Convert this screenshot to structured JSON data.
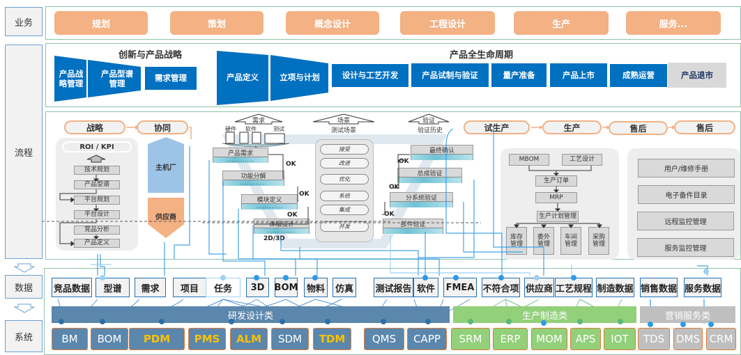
{
  "rows": {
    "business": "业务",
    "process": "流程",
    "data": "数据",
    "system": "系统"
  },
  "business_stages": [
    "规划",
    "策划",
    "概念设计",
    "工程设计",
    "生产",
    "服务..."
  ],
  "strategy": {
    "title": "创新与产品战略",
    "items": [
      "产品战\n略管理",
      "产品型谱\n管理",
      "需求管理"
    ]
  },
  "lifecycle": {
    "title": "产品全生命周期",
    "items": [
      "产品定义",
      "立项与计划",
      "设计与工艺开发",
      "产品试制与验证",
      "量产准备",
      "产品上市",
      "成熟运营",
      "产品退市"
    ]
  },
  "flow_pills": [
    "战略",
    "协同",
    "试生产",
    "生产",
    "售后",
    "售后"
  ],
  "roi": {
    "header": "ROI / KPI",
    "steps": [
      "技术规划",
      "产品型谱",
      "平台规划",
      "平台设计",
      "竞品分析",
      "产品定义"
    ]
  },
  "collab": {
    "oem": "主机厂",
    "supplier": "供应商"
  },
  "design_v": {
    "demand_arrow": "需求",
    "demand_items": [
      "硬件",
      "软件",
      "测试"
    ],
    "scene_arrow": "场景",
    "scene_label": "测试场景",
    "verify_arrow": "验证",
    "verify_label": "验证历史",
    "left_steps": [
      "产品需求",
      "功能分解",
      "模块定义",
      "详细设计"
    ],
    "right_steps": [
      "最终确认",
      "总成验证",
      "分系统验证",
      "部件验证"
    ],
    "scene_pills": [
      "接受",
      "改进",
      "优化",
      "系统",
      "集成",
      "开发"
    ],
    "ok": "OK",
    "dim_label": "2D/3D",
    "dots": "............"
  },
  "production": {
    "top": [
      "MBOM",
      "工艺设计"
    ],
    "order": "生产订单",
    "mrp": "MRP",
    "plan": "生产计划管理",
    "bottom": [
      "库存\n管理",
      "委外\n管理",
      "车间\n管理",
      "采购\n管理"
    ]
  },
  "service": [
    "用户/维修手册",
    "电子备件目录",
    "远程监控管理",
    "服务监控管理"
  ],
  "data_objects": [
    "竞品数据",
    "型谱",
    "需求",
    "项目",
    "任务",
    "3D",
    "BOM",
    "物料",
    "仿真",
    "测试报告",
    "软件",
    "FMEA",
    "不符合项",
    "供应商",
    "工艺规程",
    "制造数据",
    "销售数据",
    "服务数据"
  ],
  "categories": [
    "研发设计类",
    "生产制造类",
    "营销服务类"
  ],
  "systems": [
    {
      "name": "BM",
      "group": "rd",
      "highlight": false
    },
    {
      "name": "BOM",
      "group": "rd",
      "highlight": false
    },
    {
      "name": "PDM",
      "group": "rd",
      "highlight": true
    },
    {
      "name": "PMS",
      "group": "rd",
      "highlight": true
    },
    {
      "name": "ALM",
      "group": "rd",
      "highlight": true
    },
    {
      "name": "SDM",
      "group": "rd",
      "highlight": false
    },
    {
      "name": "TDM",
      "group": "rd",
      "highlight": true
    },
    {
      "name": "QMS",
      "group": "rd",
      "highlight": false
    },
    {
      "name": "CAPP",
      "group": "rd",
      "highlight": false
    },
    {
      "name": "SRM",
      "group": "mfg",
      "highlight": false
    },
    {
      "name": "ERP",
      "group": "mfg",
      "highlight": false
    },
    {
      "name": "MOM",
      "group": "mfg",
      "highlight": false
    },
    {
      "name": "APS",
      "group": "mfg",
      "highlight": false
    },
    {
      "name": "IOT",
      "group": "mfg",
      "highlight": false
    },
    {
      "name": "TDS",
      "group": "svc",
      "highlight": false
    },
    {
      "name": "DMS",
      "group": "svc",
      "highlight": false
    },
    {
      "name": "CRM",
      "group": "svc",
      "highlight": false
    }
  ],
  "colors": {
    "business_orange": "#f3b184",
    "process_blue": "#0070c0",
    "rd_blue": "#5b87ac",
    "mfg_green": "#92d07a",
    "svc_grey": "#bfbfbf",
    "highlight_yellow": "#ffc000",
    "link_blue": "#2e9ae6"
  }
}
